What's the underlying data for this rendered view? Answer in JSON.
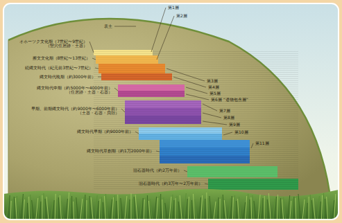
{
  "diagram": {
    "labels": [
      "表土",
      "第1層",
      "第2層",
      "オホーツク文化期（7世紀〜9世紀）",
      "（竪穴住居跡・土器）",
      "擦文文化期（8世紀〜13世紀）",
      "続縄文時代（紀元前3世紀〜7世紀）",
      "縄文時代晩期（約3000年前）",
      "縄文時代中期（約5000年〜4000年前）",
      "（住居跡・土器・石器）",
      "早期、前期縄文時代（約9000年〜6000年前）",
      "（土器・石器・貝殻）",
      "縄文時代早期（約9000年前）",
      "縄文時代草創期（約1万2000年前）",
      "旧石器時代（約2万年前）",
      "旧石器時代（約3万年〜2万年前）",
      "第3層",
      "第4層",
      "第5層",
      "第6層 “遺物包含層”",
      "第7層",
      "第8層",
      "第9層",
      "第10層",
      "第11層"
    ]
  }
}
